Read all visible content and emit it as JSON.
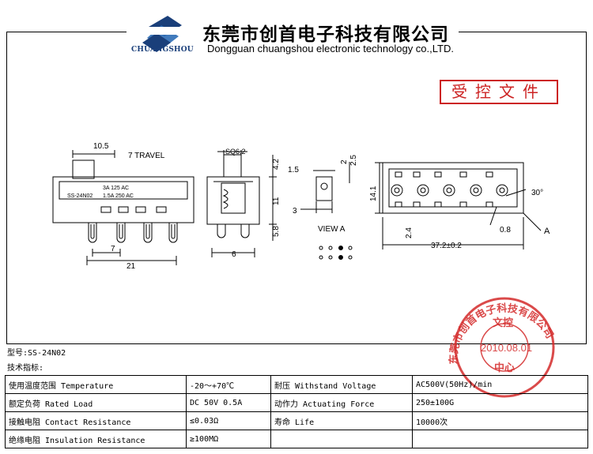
{
  "header": {
    "logo_text": "CHUANGSHOU",
    "company_cn": "东莞市创首电子科技有限公司",
    "company_en": "Dongguan chuangshou electronic technology co.,LTD."
  },
  "controlled_doc": "受控文件",
  "drawing": {
    "front": {
      "dim_top": "10.5",
      "travel": "7 TRAVEL",
      "model": "SS-24N02",
      "rating1": "3A 125 AC",
      "rating2": "1.5A 250 AC",
      "dim_pin": "7",
      "dim_total": "21"
    },
    "side": {
      "sq": "SQ6.2",
      "dim_42": "4.2",
      "dim_11": "11",
      "dim_58": "5.8",
      "dim_6": "6"
    },
    "pins": {
      "dim_15": "1.5",
      "dim_2": "2",
      "dim_25": "2.5",
      "dim_3": "3",
      "view": "VIEW A"
    },
    "bottom": {
      "dim_141": "14.1",
      "angle": "30°",
      "dim_08": "0.8",
      "dim_24": "2.4",
      "dim_372": "37.2±0.2",
      "label_a": "A"
    }
  },
  "stamp": {
    "ring_text": "东莞市创首电子科技有限公司",
    "center_top": "文控",
    "date": "2010.08.01",
    "center_bottom": "中心",
    "color": "#d42a2a"
  },
  "model_line": "型号:SS-24N02",
  "tech_title": "技术指标:",
  "specs": [
    {
      "label": "使用温度范围 Temperature",
      "value": "-20～+70℃",
      "label2": "耐压 Withstand Voltage",
      "value2": "AC500V(50Hz)/min"
    },
    {
      "label": "额定负荷 Rated Load",
      "value": "DC 50V 0.5A",
      "label2": "动作力 Actuating Force",
      "value2": "250±100G"
    },
    {
      "label": "接触电阻 Contact Resistance",
      "value": "≤0.03Ω",
      "label2": "寿命 Life",
      "value2": "10000次"
    },
    {
      "label": "绝缘电阻 Insulation Resistance",
      "value": "≥100MΩ",
      "label2": "",
      "value2": ""
    }
  ]
}
